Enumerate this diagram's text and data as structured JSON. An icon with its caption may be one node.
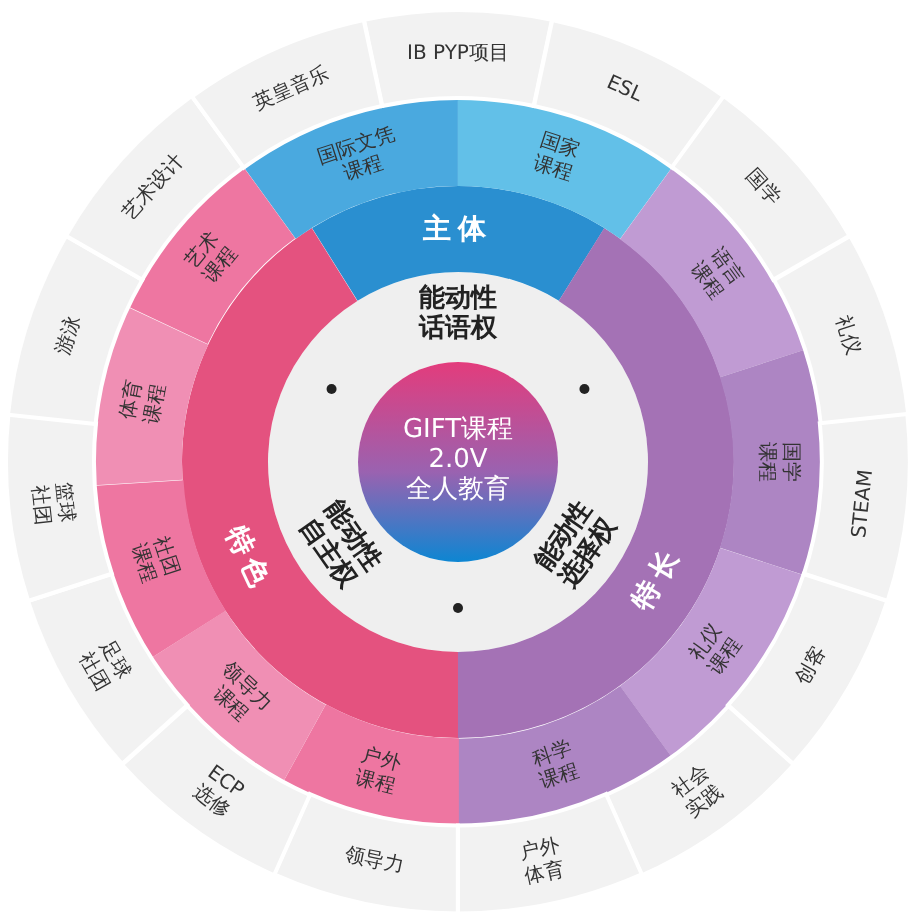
{
  "diagram": {
    "nodes": [
      {
        "text": [
          "GIFT课程 2.0V 全人教育"
        ],
        "in": 1
      },
      {
        "text": [
          "能动性话语权",
          "能动性选择权",
          "能动性自主权"
        ]
      },
      {
        "text": [
          "主体"
        ]
      },
      {
        "text": [
          "特长"
        ]
      },
      {
        "text": [
          "特色"
        ]
      },
      {
        "text": [
          "国际文凭课程"
        ]
      },
      {
        "text": [
          "国家课程"
        ]
      },
      {
        "text": [
          "语言课程"
        ]
      },
      {
        "text": [
          "国学课程"
        ]
      },
      {
        "text": [
          "礼仪课程"
        ]
      },
      {
        "text": [
          "科学课程"
        ]
      },
      {
        "text": [
          "户外课程"
        ]
      },
      {
        "text": [
          "领导力课程"
        ]
      },
      {
        "text": [
          "社团课程"
        ]
      },
      {
        "text": [
          "体育课程"
        ]
      },
      {
        "text": [
          "艺术课程"
        ]
      },
      {
        "text": [
          "IB PYP项目"
        ]
      },
      {
        "text": [
          "ESL"
        ]
      },
      {
        "text": [
          "国学"
        ]
      },
      {
        "text": [
          "礼仪"
        ]
      },
      {
        "text": [
          "STEAM"
        ]
      },
      {
        "text": [
          "创客"
        ]
      },
      {
        "text": [
          "社会实践"
        ]
      },
      {
        "text": [
          "户外体育"
        ]
      },
      {
        "text": [
          "领导力"
        ]
      },
      {
        "text": [
          "ECP选修"
        ]
      },
      {
        "text": [
          "足球社团"
        ]
      },
      {
        "text": [
          "篮球社团"
        ]
      },
      {
        "text": [
          "游泳"
        ]
      },
      {
        "text": [
          "艺术设计"
        ]
      },
      {
        "text": [
          "英皇音乐"
        ]
      }
    ]
  }
}
